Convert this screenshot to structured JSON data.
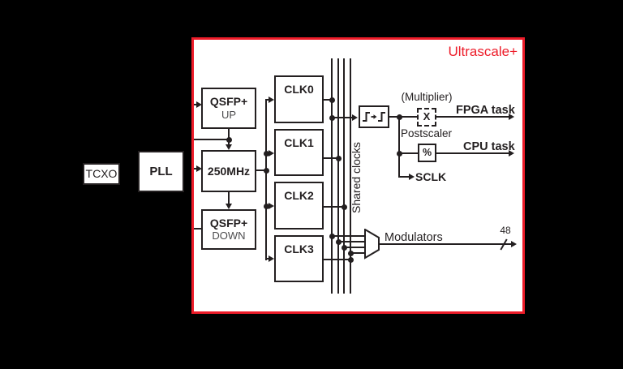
{
  "panel": {
    "title": "Ultrascale+"
  },
  "blocks": {
    "tcxo": "TCXO",
    "pll": "PLL",
    "qsfp_up": {
      "line1": "QSFP+",
      "line2": "UP"
    },
    "clk250": "250MHz",
    "qsfp_down": {
      "line1": "QSFP+",
      "line2": "DOWN"
    },
    "clk": [
      "CLK0",
      "CLK1",
      "CLK2",
      "CLK3"
    ],
    "multiplier_symbol": "X",
    "postscaler_symbol": "%"
  },
  "labels": {
    "shared_clocks": "Shared clocks",
    "multiplier": "(Multiplier)",
    "postscaler": "Postscaler",
    "fpga_task": "FPGA task",
    "cpu_task": "CPU task",
    "sclk": "SCLK",
    "modulators": "Modulators",
    "bus_width": "48"
  },
  "colors": {
    "accent": "#ed1c29",
    "stroke": "#231f20"
  }
}
